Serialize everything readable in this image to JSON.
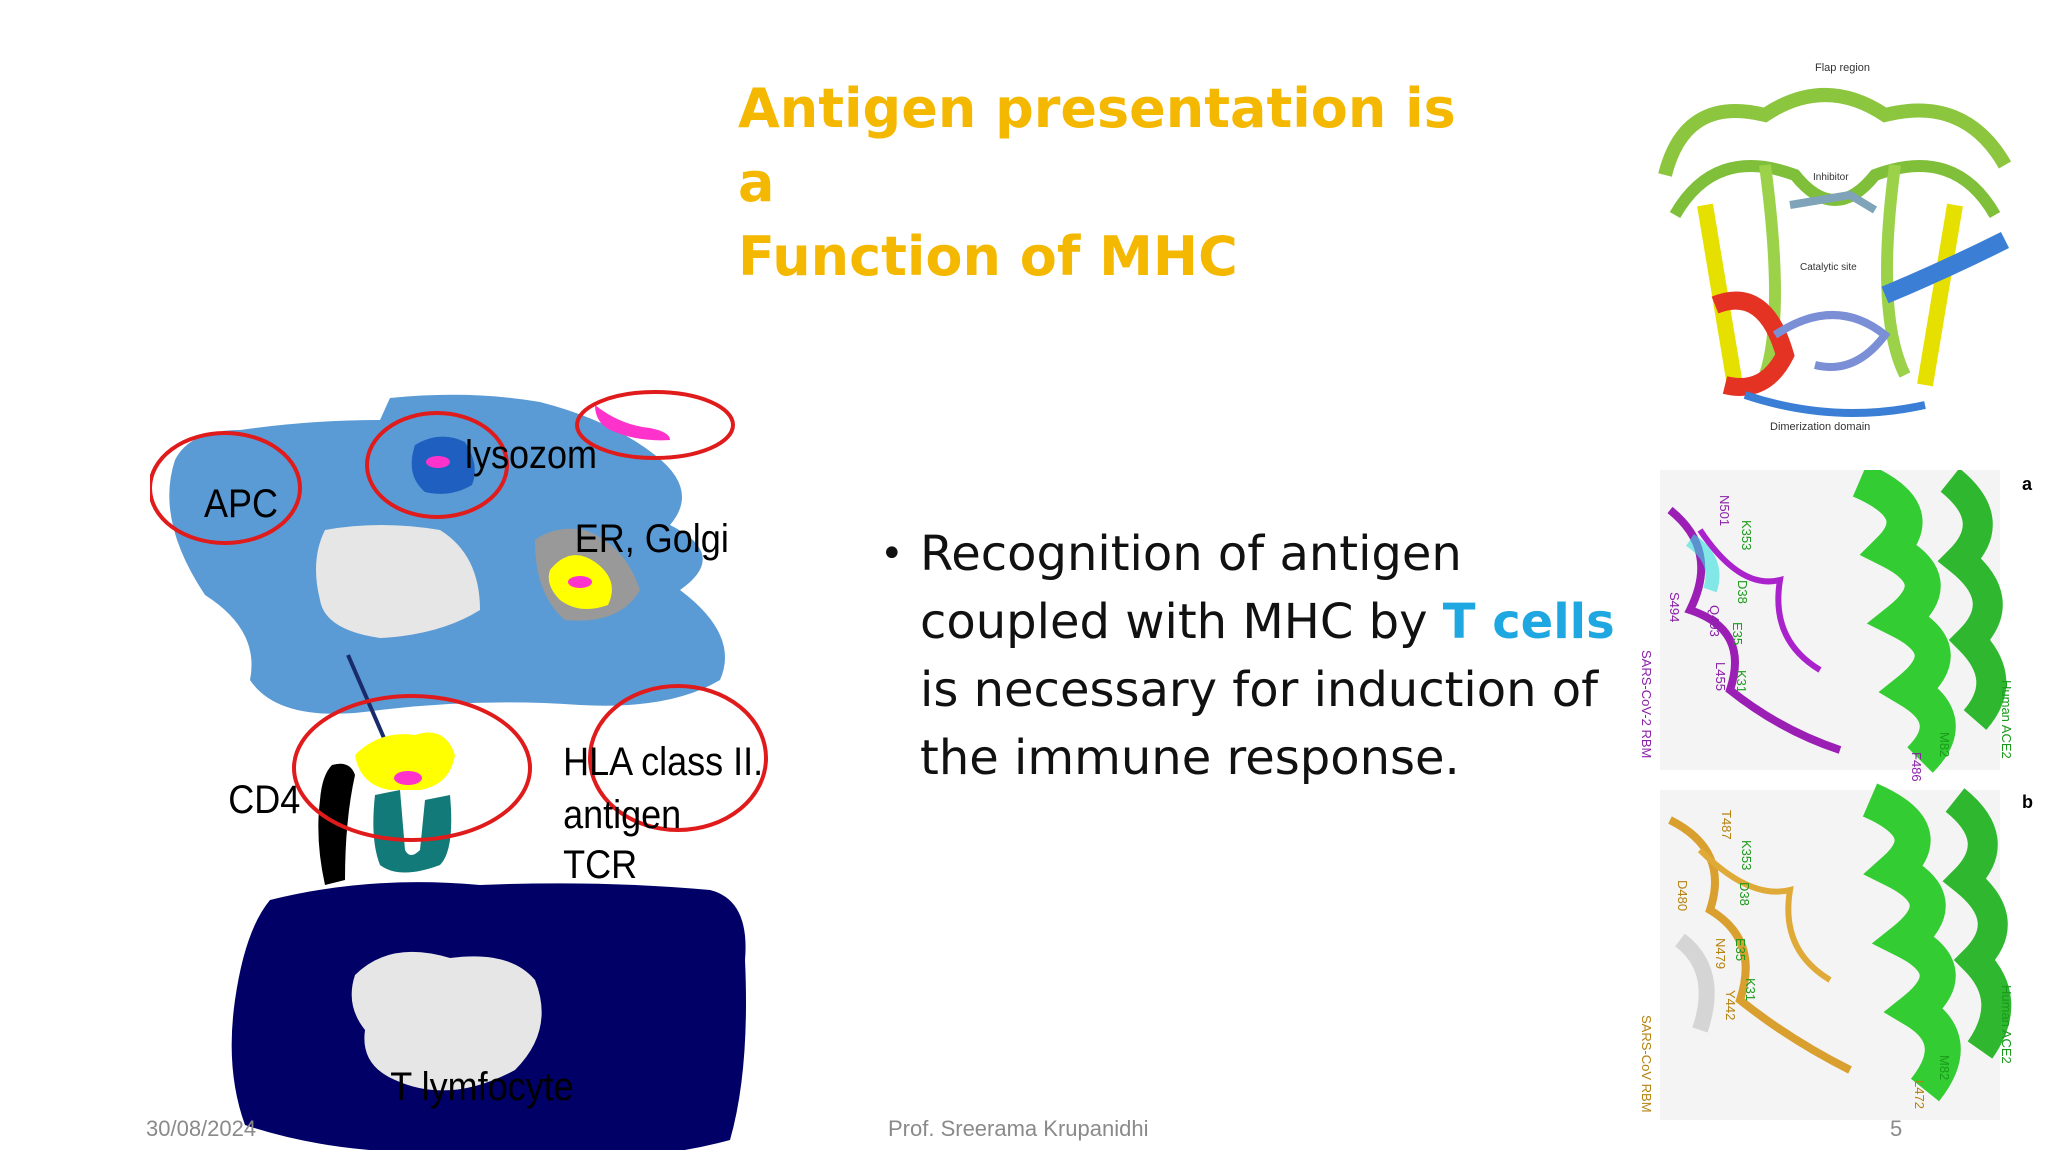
{
  "slide": {
    "title_line1": "Antigen presentation is a",
    "title_line2": "Function of MHC",
    "bullet": {
      "pre": "Recognition of antigen coupled with MHC by ",
      "highlight": "T cells",
      "post": " is necessary for induction of the immune response."
    },
    "footer": {
      "date": "30/08/2024",
      "presenter": "Prof. Sreerama Krupanidhi",
      "page": "5"
    }
  },
  "diagram": {
    "apc": "APC",
    "lysosome": "lysozom",
    "er_golgi": "ER, Golgi",
    "cd4": "CD4",
    "hla_line1": "HLA class II.",
    "hla_line2": "antigen",
    "tcr": "TCR",
    "t_lymphocyte": "T lymfocyte"
  },
  "protein_top": {
    "flap": "Flap region",
    "inhibitor": "Inhibitor",
    "catalytic": "Catalytic site",
    "dimerization": "Dimerization domain"
  },
  "protein_bottom": {
    "panel_a": "a",
    "panel_b": "b",
    "sars2": "SARS-CoV-2 RBM",
    "sars": "SARS-CoV RBM",
    "ace2_a": "Human ACE2",
    "ace2_b": "Human ACE2",
    "res_n501": "N501",
    "res_k353a": "K353",
    "res_d38a": "D38",
    "res_e35a": "E35",
    "res_q493": "Q493",
    "res_s494": "S494",
    "res_l455": "L455",
    "res_k31a": "K31",
    "res_m82a": "M82",
    "res_f486": "F486",
    "res_t487": "T487",
    "res_k353b": "K353",
    "res_d38b": "D38",
    "res_d480": "D480",
    "res_n479": "N479",
    "res_e35b": "E35",
    "res_k31b": "K31",
    "res_y442": "Y442",
    "res_m82b": "M82",
    "res_l472": "L472"
  },
  "colors": {
    "title": "#f5b800",
    "highlight": "#1ea7e0",
    "apc_body": "#5b9bd5",
    "t_cell_body": "#000066",
    "circle": "#e01b1b",
    "hla": "#ffff00",
    "tcr": "#137a7a",
    "antigen": "#ff33cc"
  }
}
